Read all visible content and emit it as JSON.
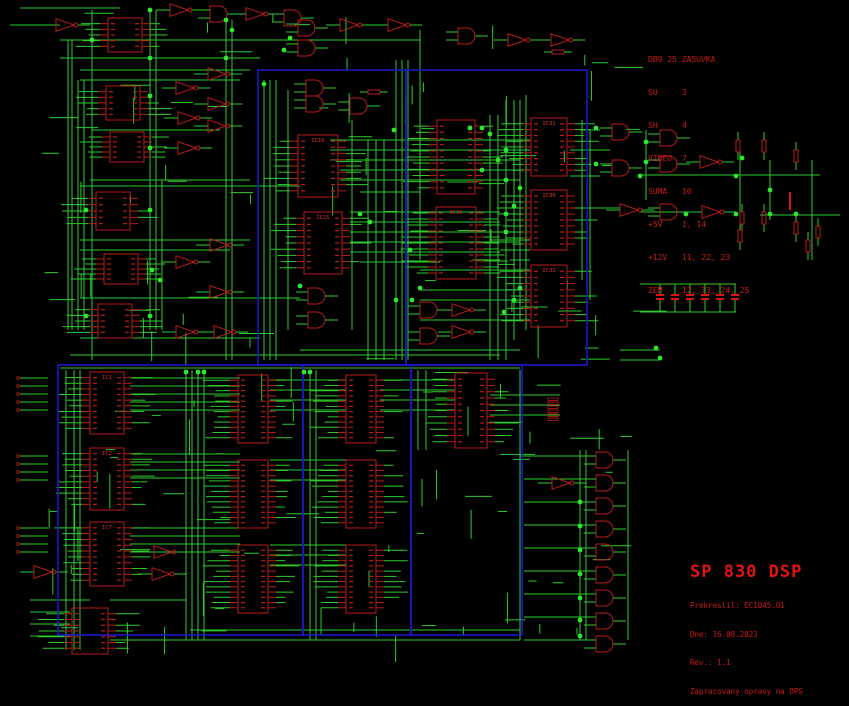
{
  "connector": {
    "heading": "DB9 25 ZASUVKA",
    "pins": [
      {
        "name": "SU",
        "value": "3"
      },
      {
        "name": "SH",
        "value": "4"
      },
      {
        "name": "VIDEO",
        "value": "7"
      },
      {
        "name": "SUMA",
        "value": "10"
      },
      {
        "name": "+5V",
        "value": "1, 14"
      },
      {
        "name": "+12V",
        "value": "11, 22, 23"
      },
      {
        "name": "ZEM",
        "value": "12, 13, 24, 25"
      }
    ]
  },
  "title_block": {
    "title": "SP 830  DSP",
    "lines": [
      "Prekreslil: EC1045.01",
      "Dne: 16.08.2023",
      "Rev.: 1.1",
      "Zapracovany opravy na DPS"
    ]
  },
  "chip_labels": [
    "IC31",
    "IC30",
    "IC32",
    "IC16",
    "IC15",
    "IC26",
    "IC1",
    "IC2",
    "IC7"
  ],
  "colors": {
    "background": "#000000",
    "wire": "#2ecc2e",
    "component": "#b81c1c",
    "bus_frame": "#1a1ac8",
    "junction": "#2ee62e",
    "text": "#d01818"
  }
}
